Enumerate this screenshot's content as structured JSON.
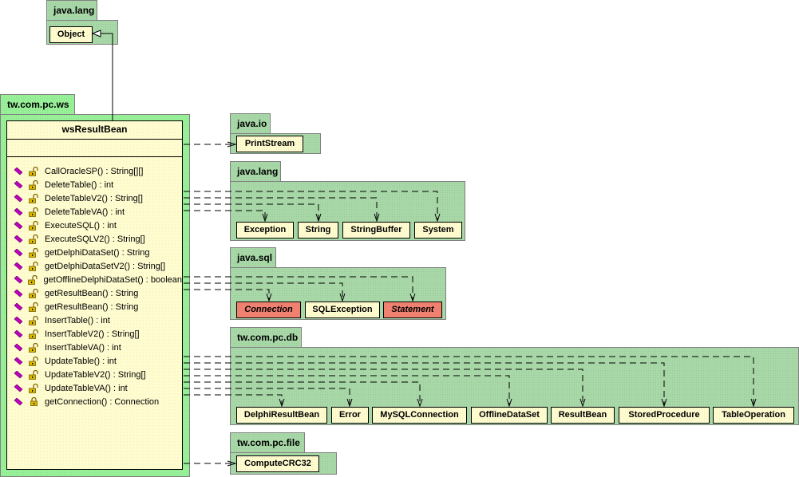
{
  "packages": {
    "java_lang_top": {
      "name": "java.lang",
      "classes": [
        "Object"
      ]
    },
    "main": {
      "name": "tw.com.pc.ws"
    },
    "java_io": {
      "name": "java.io",
      "classes": [
        "PrintStream"
      ]
    },
    "java_lang": {
      "name": "java.lang",
      "classes": [
        "Exception",
        "String",
        "StringBuffer",
        "System"
      ]
    },
    "java_sql": {
      "name": "java.sql",
      "classes": [
        "Connection",
        "SQLException",
        "Statement"
      ],
      "interfaces": [
        "Connection",
        "Statement"
      ]
    },
    "tw_com_pc_db": {
      "name": "tw.com.pc.db",
      "classes": [
        "DelphiResultBean",
        "Error",
        "MySQLConnection",
        "OfflineDataSet",
        "ResultBean",
        "StoredProcedure",
        "TableOperation"
      ]
    },
    "tw_com_pc_file": {
      "name": "tw.com.pc.file",
      "classes": [
        "ComputeCRC32"
      ]
    }
  },
  "main_class": {
    "name": "wsResultBean",
    "attributes": [],
    "methods": [
      {
        "signature": "CallOracleSP() : String[][]",
        "visibility": "public",
        "icon": "method-unlocked-icon"
      },
      {
        "signature": "DeleteTable() : int",
        "visibility": "public",
        "icon": "method-unlocked-icon"
      },
      {
        "signature": "DeleteTableV2() : String[]",
        "visibility": "public",
        "icon": "method-unlocked-icon"
      },
      {
        "signature": "DeleteTableVA() : int",
        "visibility": "public",
        "icon": "method-unlocked-icon"
      },
      {
        "signature": "ExecuteSQL() : int",
        "visibility": "public",
        "icon": "method-unlocked-icon"
      },
      {
        "signature": "ExecuteSQLV2() : String[]",
        "visibility": "public",
        "icon": "method-unlocked-icon"
      },
      {
        "signature": "getDelphiDataSet() : String",
        "visibility": "public",
        "icon": "method-unlocked-icon"
      },
      {
        "signature": "getDelphiDataSetV2() : String[]",
        "visibility": "public",
        "icon": "method-unlocked-icon"
      },
      {
        "signature": "getOfflineDelphiDataSet() : boolean",
        "visibility": "public",
        "icon": "method-unlocked-icon"
      },
      {
        "signature": "getResultBean() : String",
        "visibility": "public",
        "icon": "method-unlocked-icon"
      },
      {
        "signature": "getResultBean() : String",
        "visibility": "public",
        "icon": "method-unlocked-icon"
      },
      {
        "signature": "InsertTable() : int",
        "visibility": "public",
        "icon": "method-unlocked-icon"
      },
      {
        "signature": "InsertTableV2() : String[]",
        "visibility": "public",
        "icon": "method-unlocked-icon"
      },
      {
        "signature": "InsertTableVA() : int",
        "visibility": "public",
        "icon": "method-unlocked-icon"
      },
      {
        "signature": "UpdateTable() : int",
        "visibility": "public",
        "icon": "method-unlocked-icon"
      },
      {
        "signature": "UpdateTableV2() : String[]",
        "visibility": "public",
        "icon": "method-unlocked-icon"
      },
      {
        "signature": "UpdateTableVA() : int",
        "visibility": "public",
        "icon": "method-unlocked-icon"
      },
      {
        "signature": "getConnection() : Connection",
        "visibility": "private",
        "icon": "method-locked-icon"
      }
    ]
  },
  "relationships": {
    "generalization": {
      "from": "wsResultBean",
      "to": "Object"
    },
    "dependencies": [
      "PrintStream",
      "Exception",
      "String",
      "StringBuffer",
      "System",
      "Connection",
      "SQLException",
      "Statement",
      "DelphiResultBean",
      "Error",
      "MySQLConnection",
      "OfflineDataSet",
      "ResultBean",
      "StoredProcedure",
      "TableOperation",
      "ComputeCRC32"
    ]
  },
  "colors": {
    "package_fill": "#a8d8a8",
    "main_package_fill": "#98f098",
    "class_fill": "#fffcd0",
    "interface_fill": "#f08070",
    "method_icon": "#c000c0",
    "lock_icon": "#d8b800"
  }
}
